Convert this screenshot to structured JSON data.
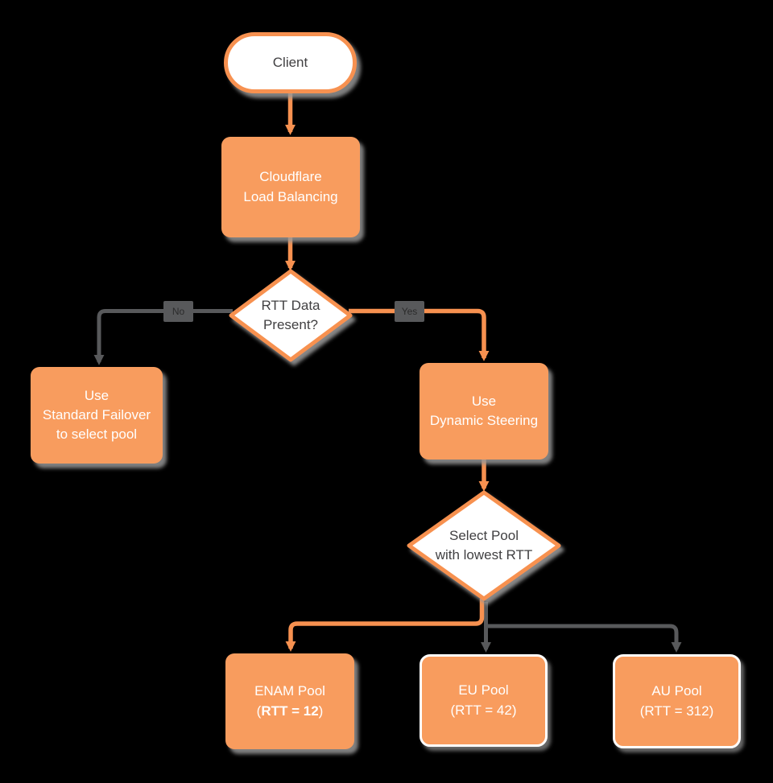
{
  "diagram_type": "flowchart",
  "colors": {
    "background": "#000000",
    "node_orange_fill": "#F89C5E",
    "node_orange_border": "#F79150",
    "edge_orange": "#F79150",
    "edge_gray": "#58595B",
    "edge_label_bg": "#58595B",
    "edge_label_text": "#2B2B2B",
    "text_dark": "#414042",
    "text_white": "#FFFFFF",
    "shadow_gray": "#969696"
  },
  "nodes": {
    "client": {
      "label": "Client"
    },
    "load_balancing": {
      "lines": [
        "Cloudflare",
        "Load Balancing"
      ]
    },
    "rtt_decision": {
      "lines": [
        "RTT Data",
        "Present?"
      ]
    },
    "standard_failover": {
      "lines": [
        "Use",
        "Standard Failover",
        "to select pool"
      ]
    },
    "dynamic_steering": {
      "lines": [
        "Use",
        "Dynamic Steering"
      ]
    },
    "select_pool": {
      "lines": [
        "Select Pool",
        "with lowest RTT"
      ]
    },
    "enam_pool": {
      "line1": "ENAM Pool",
      "line2_open": "(",
      "line2_bold": "RTT = 12",
      "line2_close": ")"
    },
    "eu_pool": {
      "lines": [
        "EU Pool",
        "(RTT = 42)"
      ]
    },
    "au_pool": {
      "lines": [
        "AU Pool",
        "(RTT = 312)"
      ]
    }
  },
  "edge_labels": {
    "no": "No",
    "yes": "Yes"
  }
}
